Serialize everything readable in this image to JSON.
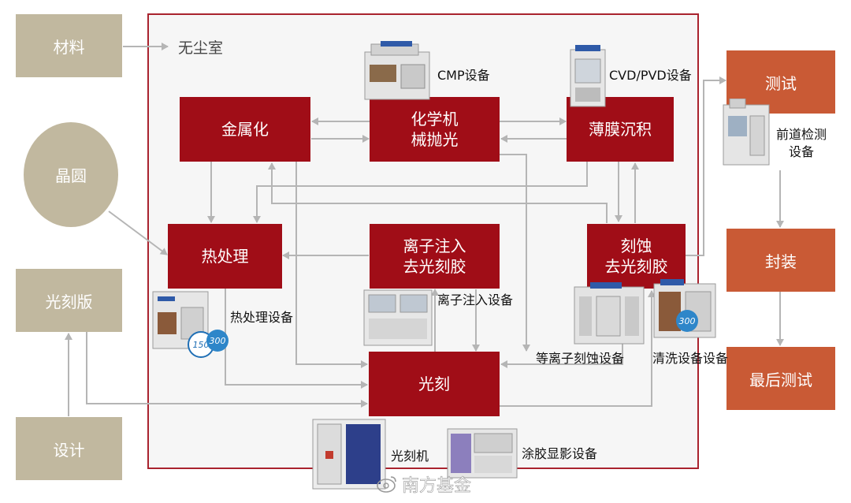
{
  "cleanroom": {
    "label": "无尘室"
  },
  "inputs": {
    "material": "材料",
    "wafer": "晶圆",
    "photomask": "光刻版",
    "design": "设计"
  },
  "processes": {
    "metallization": "金属化",
    "cmp": "化学机\n械抛光",
    "thin_film": "薄膜沉积",
    "heat_treatment": "热处理",
    "ion_implant": "离子注入\n去光刻胶",
    "etch": "刻蚀\n去光刻胶",
    "lithography": "光刻"
  },
  "outputs": {
    "test": "测试",
    "package": "封装",
    "final_test": "最后测试"
  },
  "equipment": {
    "cmp": "CMP设备",
    "cvd_pvd": "CVD/PVD设备",
    "inspection": "前道检测\n设备",
    "heat": "热处理设备",
    "ion": "离子注入设备",
    "plasma_etch": "等离子刻蚀设备",
    "cleaning": "清洗设备设备",
    "stepper": "光刻机",
    "coater": "涂胶显影设备"
  },
  "badges": {
    "a": "150",
    "b": "300",
    "c": "300"
  },
  "watermark": "南方基金",
  "colors": {
    "process_red": "#a00d17",
    "input_tan": "#c1b89f",
    "output_orange": "#c95a35",
    "cleanroom_border": "#a9232e",
    "arrow_gray": "#b5b5b5"
  }
}
